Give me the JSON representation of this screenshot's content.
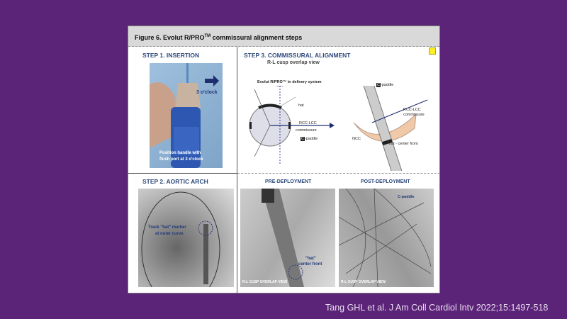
{
  "figure": {
    "title": "Figure 6. Evolut R/PRO",
    "title_tm": "TM",
    "title_rest": " commissural alignment steps",
    "step1": {
      "heading": "STEP 1. INSERTION",
      "clock": "3 o'clock",
      "caption1": "Position handle with",
      "caption2": "flush port at 3 o'clock"
    },
    "step2": {
      "heading": "STEP 2. AORTIC ARCH",
      "label1": "Track \"hat\" marker",
      "label2": "at outer curve"
    },
    "step3": {
      "heading": "STEP 3. COMMISSURAL ALIGNMENT",
      "subheading": "R-L cusp overlap view",
      "diagram_title": "Evolut R/PRO™ in delivery system",
      "hat": "hat",
      "rcc_lcc": "RCC-LCC",
      "commissure": "commissure",
      "paddle": "-paddle",
      "c": "C",
      "ncc": "NCC",
      "hat_center": "hat - center front"
    },
    "pre": {
      "heading": "PRE-DEPLOYMENT",
      "label1": "\"hat\"",
      "label2": "center front",
      "view": "R-L CUSP OVERLAP VIEW"
    },
    "post": {
      "heading": "POST-DEPLOYMENT",
      "label": "C-paddle",
      "view": "R-L CUSP OVERLAP VIEW"
    }
  },
  "citation": "Tang GHL et al. J Am Coll Cardiol Intv 2022;15:1497-518"
}
